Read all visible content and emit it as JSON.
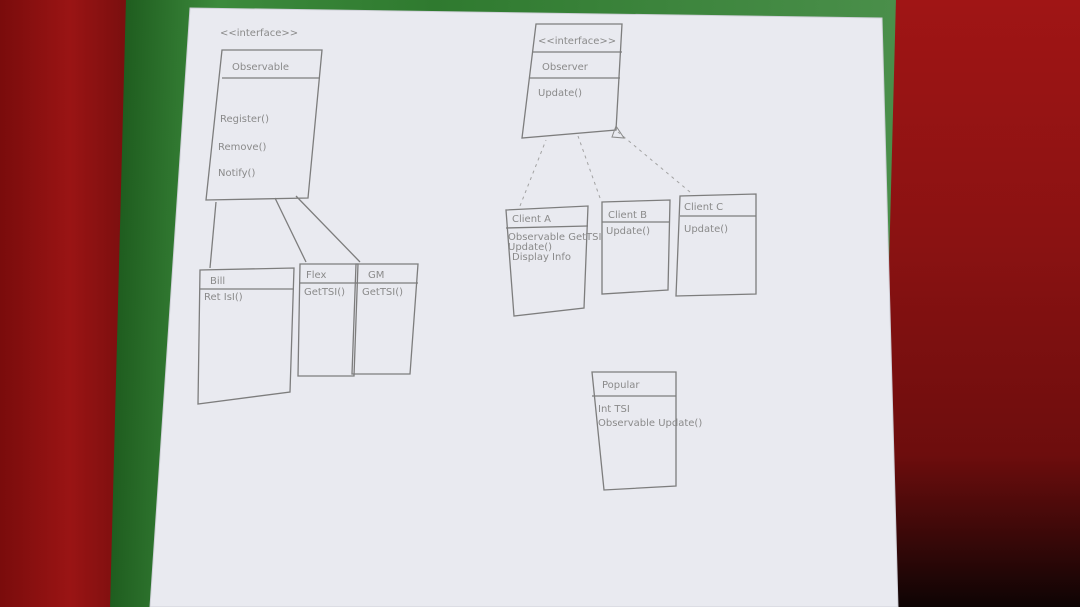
{
  "photo": {
    "description_colors": {
      "background_fabric": "#8c1010",
      "binder": "#2f7a2f",
      "paper": "#ecedf3",
      "pencil": "#7d7d7d"
    }
  },
  "sketch": {
    "observable": {
      "stereotype": "<<interface>>",
      "title": "Observable",
      "methods": [
        "Register()",
        "Remove()",
        "Notify()"
      ]
    },
    "observer": {
      "stereotype": "<<interface>>",
      "title": "Observer",
      "method": "Update()"
    },
    "subjects": [
      {
        "title": "Bill",
        "method": "Ret IsI()"
      },
      {
        "title": "Flex",
        "method": "GetTSI()"
      },
      {
        "title": "GM",
        "method": "GetTSI()"
      }
    ],
    "clients": [
      {
        "title": "Client A",
        "lines": [
          "Observable GetTSI",
          "Update()",
          "Display Info"
        ]
      },
      {
        "title": "Client B",
        "lines": [
          "Update()"
        ]
      },
      {
        "title": "Client C",
        "lines": [
          "Update()"
        ]
      }
    ],
    "popular": {
      "title": "Popular",
      "lines": [
        "Int TSI",
        "Observable Update()"
      ]
    }
  }
}
